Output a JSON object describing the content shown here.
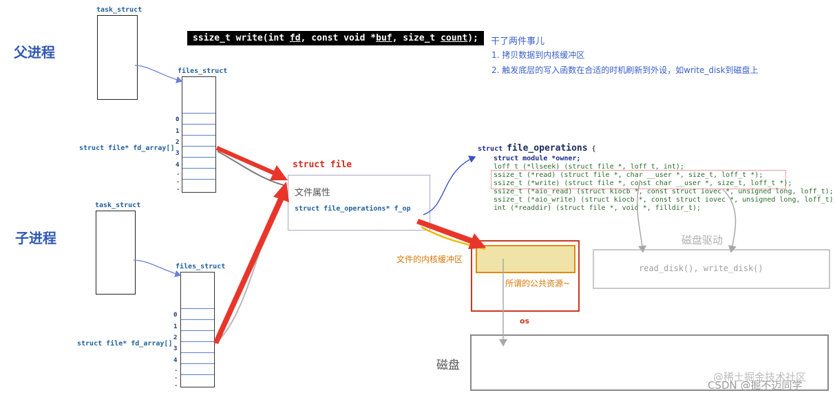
{
  "parent": {
    "label": "父进程",
    "task_struct": "task_struct",
    "files_struct": "files_struct",
    "fd_array": "struct file* fd_array[]",
    "fd_indices": [
      "0",
      "1",
      "2",
      "3",
      "4",
      ".",
      ".",
      "."
    ]
  },
  "child": {
    "label": "子进程",
    "task_struct": "task_struct",
    "files_struct": "files_struct",
    "fd_array": "struct file* fd_array[]",
    "fd_indices": [
      "0",
      "1",
      "2",
      "3",
      "4",
      ".",
      ".",
      "."
    ]
  },
  "write_call": {
    "prefix": "ssize_t write(int ",
    "fd": "fd",
    "mid1": ", const void *",
    "buf": "buf",
    "mid2": ", size_t ",
    "count": "count",
    "suffix": ");"
  },
  "notes": {
    "title": "干了两件事儿",
    "item1": "1. 拷贝数据到内核缓冲区",
    "item2": "2. 触发底层的写入函数在合适的时机刷新到外设，如write_disk到磁盘上"
  },
  "struct_file": {
    "title": "struct file",
    "attr": "文件属性",
    "fop": "struct file_operations* f_op"
  },
  "file_operations": {
    "header_kw": "struct",
    "header_name": "file_operations",
    "header_brace": "{",
    "lines": [
      "struct module *owner;",
      "loff_t (*llseek) (struct file *, loff_t, int);",
      "ssize_t (*read) (struct file *, char __user *, size_t, loff_t *);",
      "ssize_t (*write) (struct file *, const char __user *, size_t, loff_t *);",
      "ssize_t (*aio_read) (struct kiocb *, const struct iovec *, unsigned long, loff_t);",
      "ssize_t (*aio_write) (struct kiocb *, const struct iovec *, unsigned long, loff_t);",
      "int (*readdir) (struct file *, void *, filldir_t);"
    ]
  },
  "kernel_buffer": {
    "label": "文件的内核缓冲区",
    "note": "所谓的公共资源~",
    "os": "os"
  },
  "disk_driver": {
    "title": "磁盘驱动",
    "funcs": "read_disk(), write_disk()"
  },
  "disk": {
    "label": "磁盘"
  },
  "watermark": "CSDN @掘不迈同学",
  "watermark2": "@稀土掘金技术社区",
  "colors": {
    "red_arrow": "#e8362a",
    "gray_arrow": "#8a8a8a",
    "blue_arrow": "#3a4fc8",
    "buffer_fill": "#efe3a8",
    "buffer_border": "#e08a10",
    "os_border": "#c8381e"
  }
}
